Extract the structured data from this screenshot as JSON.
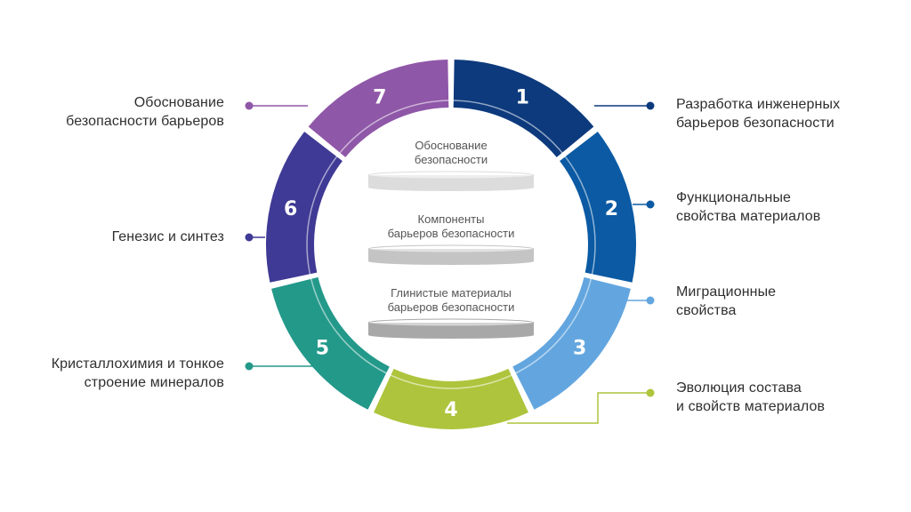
{
  "segments": [
    {
      "number": "1",
      "label_lines": [
        "Разработка инженерных",
        "барьеров безопасности"
      ],
      "color": "#0d3a7d"
    },
    {
      "number": "2",
      "label_lines": [
        "Функциональные",
        "свойства материалов"
      ],
      "color": "#0b5aa3"
    },
    {
      "number": "3",
      "label_lines": [
        "Миграционные",
        "свойства"
      ],
      "color": "#63a6df"
    },
    {
      "number": "4",
      "label_lines": [
        "Эволюция состава",
        "и свойств материалов"
      ],
      "color": "#aec43c"
    },
    {
      "number": "5",
      "label_lines": [
        "Кристаллохимия и тонкое",
        "строение минералов"
      ],
      "color": "#23998a"
    },
    {
      "number": "6",
      "label_lines": [
        "Генезис и синтез"
      ],
      "color": "#3f3a95"
    },
    {
      "number": "7",
      "label_lines": [
        "Обоснование",
        "безопасности барьеров"
      ],
      "color": "#8f57a8"
    }
  ],
  "inner_layers": [
    {
      "lines": [
        "Обоснование",
        "безопасности"
      ],
      "color": "#dcdcdc"
    },
    {
      "lines": [
        "Компоненты",
        "барьеров безопасности"
      ],
      "color": "#c4c4c4"
    },
    {
      "lines": [
        "Глинистые материалы",
        "барьеров безопасности"
      ],
      "color": "#a8a8a8"
    }
  ]
}
